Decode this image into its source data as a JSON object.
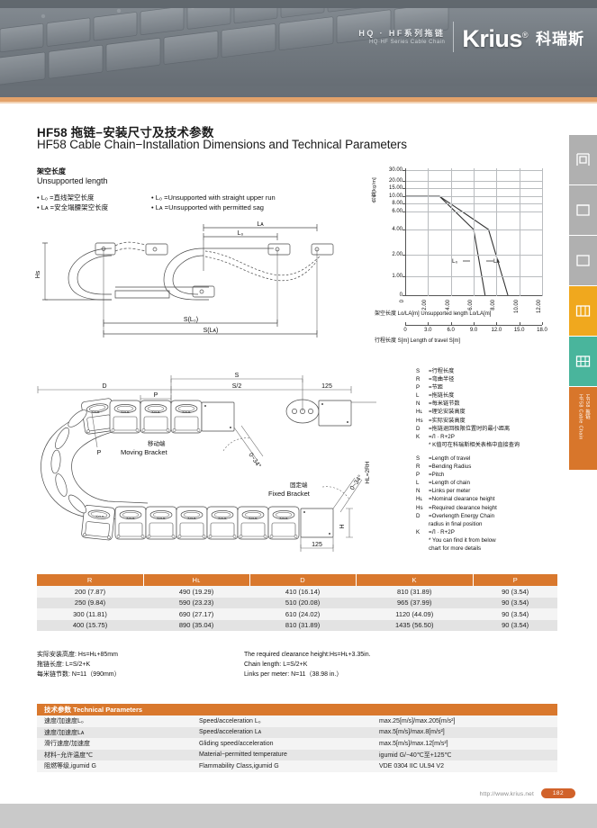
{
  "header": {
    "series_cn": "HQ · HF系列拖链",
    "series_en": "HQ·HF Series Cable Chain",
    "brand": "Krius",
    "brand_reg": "®",
    "brand_cn": "科瑞斯"
  },
  "page": {
    "title_cn": "HF58 拖链−安装尺寸及技术参数",
    "title_en": "HF58 Cable Chain−Installation Dimensions and Technical Parameters"
  },
  "unsupported": {
    "heading_cn": "架空长度",
    "heading_en": "Unsupported length",
    "bullets_cn": [
      "• L₀ =直线架空长度",
      "• Lᴀ =安全塌腰架空长度"
    ],
    "bullets_en": [
      "• L₀ =Unsupported with straight upper run",
      "• Lᴀ =Unsupported with permitted sag"
    ]
  },
  "chart_data": {
    "type": "line",
    "title": "",
    "ylabel": "负载[kg/m]",
    "xlabel": "架空长度 Lo/LA[m]  Unsupported length Lo/LA[m]",
    "xlabel2": "行程长度 S[m]  Length of travel S[m]",
    "yticks": [
      "30.00",
      "20.00",
      "15.00",
      "10.00",
      "8.00",
      "6.00",
      "4.00",
      "2.00",
      "1.00",
      "0"
    ],
    "ytick_values": [
      30,
      20,
      15,
      10,
      8,
      6,
      4,
      2,
      1,
      0
    ],
    "xticks": [
      "0",
      "2.00",
      "4.00",
      "6.00",
      "8.00",
      "10.00",
      "12.00"
    ],
    "xtick_values": [
      0,
      2,
      4,
      6,
      8,
      10,
      12
    ],
    "xticks2": [
      "0",
      "3.0",
      "6.0",
      "9.0",
      "12.0",
      "15.0",
      "18.0"
    ],
    "xlim": [
      0,
      12
    ],
    "ylim": [
      0,
      30
    ],
    "grid": true,
    "legend_position": "inline",
    "series": [
      {
        "name": "Lo",
        "label": "L₀",
        "points": [
          [
            0,
            10
          ],
          [
            3.0,
            10
          ],
          [
            6.0,
            4.0
          ],
          [
            7.0,
            0
          ]
        ]
      },
      {
        "name": "LA",
        "label": "Lᴀ",
        "points": [
          [
            0,
            10
          ],
          [
            3.0,
            10
          ],
          [
            7.3,
            4.0
          ],
          [
            9.0,
            0
          ]
        ]
      }
    ]
  },
  "drawing_top": {
    "dim_hs": "Hs",
    "dim_la": "Lᴀ",
    "dim_lo": "L₀",
    "dim_slo": "S(L₀)",
    "dim_sla": "S(Lᴀ)"
  },
  "drawing_mid": {
    "dim_s": "S",
    "dim_s2": "S/2",
    "dim_d": "D",
    "dim_p": "P",
    "dim_125a": "125",
    "dim_125b": "125",
    "dim_h": "H",
    "dim_hl": "HL=2RH",
    "angle_a": "0~34°",
    "angle_b": "0~34°",
    "moving_cn": "移动端",
    "moving_en": "Moving Bracket",
    "fixed_cn": "固定端",
    "fixed_en": "Fixed Bracket",
    "link_text": "Krius"
  },
  "legend_cn": [
    {
      "k": "S",
      "v": "=行程长度"
    },
    {
      "k": "R",
      "v": "=弯曲半径"
    },
    {
      "k": "P",
      "v": "=节距"
    },
    {
      "k": "L",
      "v": "=拖链长度"
    },
    {
      "k": "N",
      "v": "=每米链节数"
    },
    {
      "k": "Hʟ",
      "v": "=理论安装高度"
    },
    {
      "k": "Hs",
      "v": "=实际安装高度"
    },
    {
      "k": "D",
      "v": "=拖链退回极限位置时的最小距离"
    },
    {
      "k": "K",
      "v": "=Л · R+2P"
    },
    {
      "k": "",
      "v": "* K值可在科瑞斯相关表格中直接查询"
    }
  ],
  "legend_en": [
    {
      "k": "S",
      "v": "=Length of travel"
    },
    {
      "k": "R",
      "v": "=Bending Radius"
    },
    {
      "k": "P",
      "v": "=Pitch"
    },
    {
      "k": "L",
      "v": "=Length of chain"
    },
    {
      "k": "N",
      "v": "=Links per meter"
    },
    {
      "k": "Hʟ",
      "v": "=Nominal clearance height"
    },
    {
      "k": "Hs",
      "v": "=Required clearance height"
    },
    {
      "k": "D",
      "v": "=Overlength Energy Chain"
    },
    {
      "k": "",
      "v": "radius in final position"
    },
    {
      "k": "K",
      "v": "=Л · R+2P"
    },
    {
      "k": "",
      "v": "* You can find it from below"
    },
    {
      "k": "",
      "v": "chart for more details"
    }
  ],
  "tabs": [
    {
      "name": "tab-1",
      "color": "#b0b0b0",
      "icon": "bracket-icon",
      "label": ""
    },
    {
      "name": "tab-2",
      "color": "#b0b0b0",
      "icon": "chain-section-icon",
      "label": ""
    },
    {
      "name": "tab-3",
      "color": "#b0b0b0",
      "icon": "frame-icon",
      "label": ""
    },
    {
      "name": "tab-4",
      "color": "#f0a81e",
      "icon": "double-frame-icon",
      "label": ""
    },
    {
      "name": "tab-5",
      "color": "#49b59c",
      "icon": "grid-icon",
      "label": ""
    }
  ],
  "active_tab": {
    "color": "#d8762b",
    "label_en": "HF58 Cable Chain",
    "label_cn": "HF58 拖链"
  },
  "dim_table": {
    "headers": [
      "R",
      "Hʟ",
      "D",
      "K",
      "P"
    ],
    "rows": [
      [
        "200 (7.87)",
        "490 (19.29)",
        "410 (16.14)",
        "810 (31.89)",
        "90 (3.54)"
      ],
      [
        "250 (9.84)",
        "590 (23.23)",
        "510 (20.08)",
        "965 (37.99)",
        "90 (3.54)"
      ],
      [
        "300 (11.81)",
        "690 (27.17)",
        "610 (24.02)",
        "1120 (44.09)",
        "90 (3.54)"
      ],
      [
        "400 (15.75)",
        "890 (35.04)",
        "810 (31.89)",
        "1435 (56.50)",
        "90 (3.54)"
      ]
    ]
  },
  "notes": {
    "cn": [
      "实际安装高度: Hs=Hʟ+85mm",
      "拖链长度: L=S/2+K",
      "每米链节数: N=11（990mm）"
    ],
    "en": [
      "The required clearance height:Hs=Hʟ+3.35in.",
      "Chain length: L=S/2+K",
      "Links per meter: N=11（38.98 in.）"
    ]
  },
  "tech_table": {
    "title": "技术参数 Technical Parameters",
    "rows": [
      [
        "速度/加速度L₀",
        "Speed/acceleration L₀",
        "max.25[m/s]/max.205[m/s²]"
      ],
      [
        "速度/加速度Lᴀ",
        "Speed/acceleration Lᴀ",
        "max.5[m/s]/max.8[m/s²]"
      ],
      [
        "滑行速度/加速度",
        "Gliding speed/acceleration",
        "max.5[m/s]/max.12[m/s²]"
      ],
      [
        "材料−允许温度℃",
        "Material−permitted temperature",
        "igumid G/−40℃至+125℃"
      ],
      [
        "阻燃等级,igumid G",
        "Flammability Class,igumid G",
        "VDE 0304 IIC UL94 V2"
      ]
    ]
  },
  "footer": {
    "url": "http://www.krius.net",
    "page_number": "182"
  }
}
